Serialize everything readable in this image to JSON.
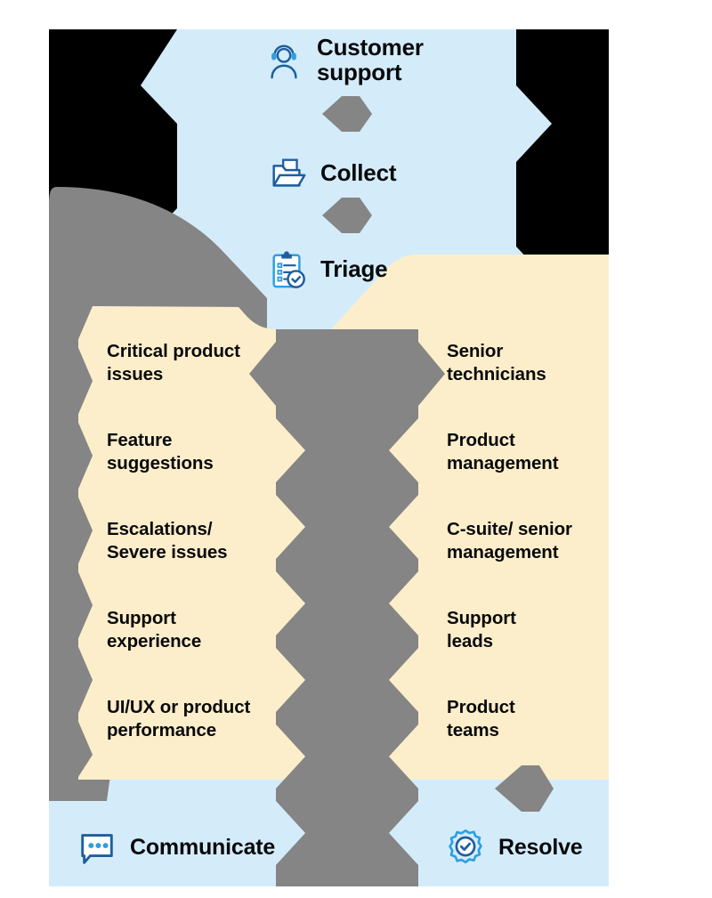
{
  "diagram": {
    "title_stage_top": "Customer support",
    "palette": {
      "light_blue": "#d4ecfa",
      "cream": "#fdeecb",
      "gray": "#858585",
      "black": "#000000",
      "icon_blue_dark": "#1d5f9e",
      "icon_blue_light": "#2f9fe0",
      "text": "#08090a",
      "page_background": "#ffffff"
    }
  },
  "top_stages": [
    {
      "label": "Customer\nsupport",
      "icon": "headset-agent-icon"
    },
    {
      "label": "Collect",
      "icon": "collect-folder-icon"
    },
    {
      "label": "Triage",
      "icon": "clipboard-checklist-icon"
    }
  ],
  "bottom_stages": [
    {
      "label": "Communicate",
      "icon": "speech-bubble-icon"
    },
    {
      "label": "Resolve",
      "icon": "gear-check-icon"
    }
  ],
  "middle": {
    "left_column": [
      {
        "label": "Critical product\nissues"
      },
      {
        "label": "Feature\nsuggestions"
      },
      {
        "label": "Escalations/\nSevere issues"
      },
      {
        "label": "Support\nexperience"
      },
      {
        "label": "UI/UX or product\nperformance"
      }
    ],
    "right_column": [
      {
        "label": "Senior\ntechnicians"
      },
      {
        "label": "Product\nmanagement"
      },
      {
        "label": "C-suite/ senior\nmanagement"
      },
      {
        "label": "Support\nleads"
      },
      {
        "label": "Product\nteams"
      }
    ]
  },
  "connectors": [
    {
      "name": "connector-customer-support-to-collect"
    },
    {
      "name": "connector-collect-to-triage"
    },
    {
      "name": "connector-resolve"
    }
  ]
}
